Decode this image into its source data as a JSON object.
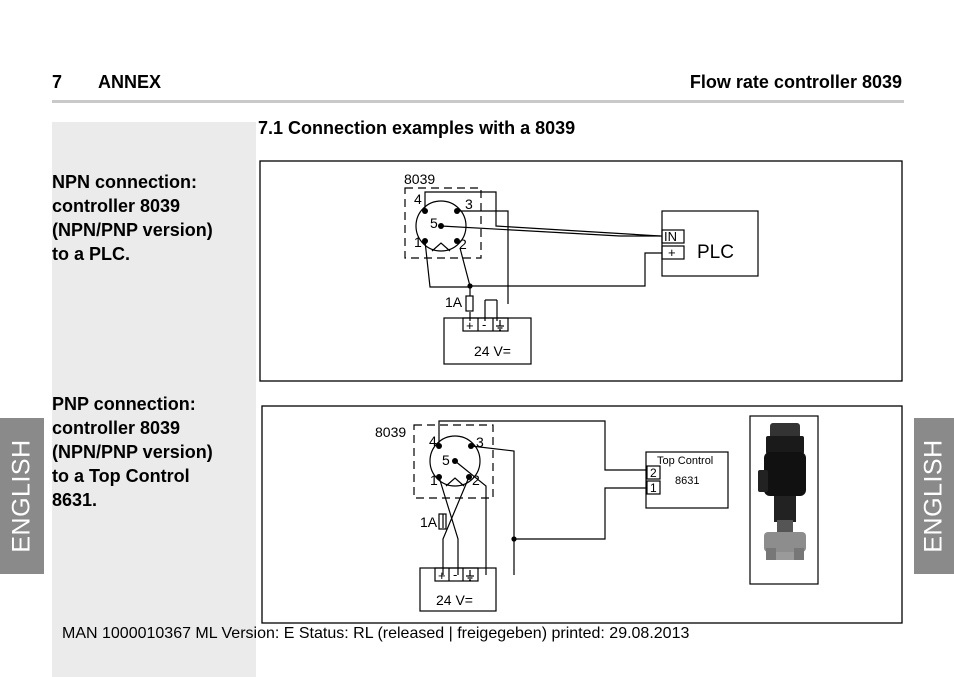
{
  "header": {
    "chapter_number": "7",
    "chapter_title": "ANNEX",
    "doc_title": "Flow rate controller 8039"
  },
  "section": {
    "title": "7.1  Connection examples with a 8039"
  },
  "npn": {
    "description_lines": [
      "NPN connection:",
      "controller 8039",
      "(NPN/PNP version)",
      "to a PLC."
    ],
    "device_label": "8039",
    "pins": [
      "4",
      "3",
      "5",
      "1",
      "2"
    ],
    "fuse": "1A",
    "supply_terminals": [
      "+",
      "-",
      "⏚"
    ],
    "supply_voltage": "24 V=",
    "plc_input_in": "IN",
    "plc_input_plus": "+",
    "plc_label": "PLC"
  },
  "pnp": {
    "description_lines": [
      "PNP connection:",
      "controller 8039",
      "(NPN/PNP version)",
      "to a Top Control",
      "8631."
    ],
    "device_label": "8039",
    "pins": [
      "4",
      "3",
      "5",
      "1",
      "2"
    ],
    "fuse": "1A",
    "supply_terminals": [
      "+",
      "-",
      "⏚"
    ],
    "supply_voltage": "24 V=",
    "top_control_title": "Top Control",
    "top_control_model": "8631",
    "top_control_terminals": [
      "2",
      "1"
    ]
  },
  "side_tab": {
    "left": "ENGLISH",
    "right": "ENGLISH"
  },
  "footer": {
    "text": "MAN  1000010367  ML  Version: E Status: RL (released | freigegeben)  printed: 29.08.2013"
  }
}
